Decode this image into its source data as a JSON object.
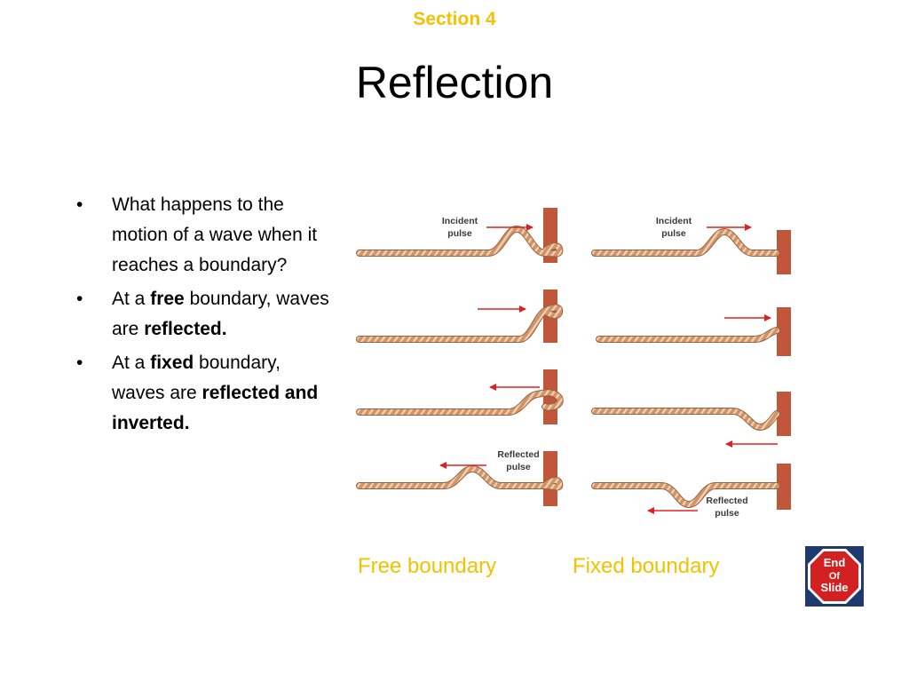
{
  "header": {
    "section": "Section 4",
    "title": "Reflection"
  },
  "bullets": [
    {
      "parts": [
        {
          "text": "What happens to the motion of a wave when it reaches a boundary?",
          "bold": false
        }
      ]
    },
    {
      "parts": [
        {
          "text": "At a ",
          "bold": false
        },
        {
          "text": "free",
          "bold": true
        },
        {
          "text": " boundary, waves are ",
          "bold": false
        },
        {
          "text": "reflected.",
          "bold": true
        }
      ]
    },
    {
      "parts": [
        {
          "text": "At a ",
          "bold": false
        },
        {
          "text": "fixed",
          "bold": true
        },
        {
          "text": " boundary, waves are ",
          "bold": false
        },
        {
          "text": "reflected and inverted.",
          "bold": true
        }
      ]
    }
  ],
  "diagram": {
    "free_labels": {
      "incident_line1": "Incident",
      "incident_line2": "pulse",
      "reflected_line1": "Reflected",
      "reflected_line2": "pulse"
    },
    "fixed_labels": {
      "incident_line1": "Incident",
      "incident_line2": "pulse",
      "reflected_line1": "Reflected",
      "reflected_line2": "pulse"
    }
  },
  "captions": {
    "free": "Free boundary",
    "fixed": "Fixed boundary"
  },
  "end_slide": {
    "line1": "End",
    "line2": "Of",
    "line3": "Slide"
  },
  "colors": {
    "accent": "#f2c200",
    "rope": "#c98e62",
    "wall": "#c0573b",
    "arrow": "#e02020",
    "stop": "#d32020"
  }
}
